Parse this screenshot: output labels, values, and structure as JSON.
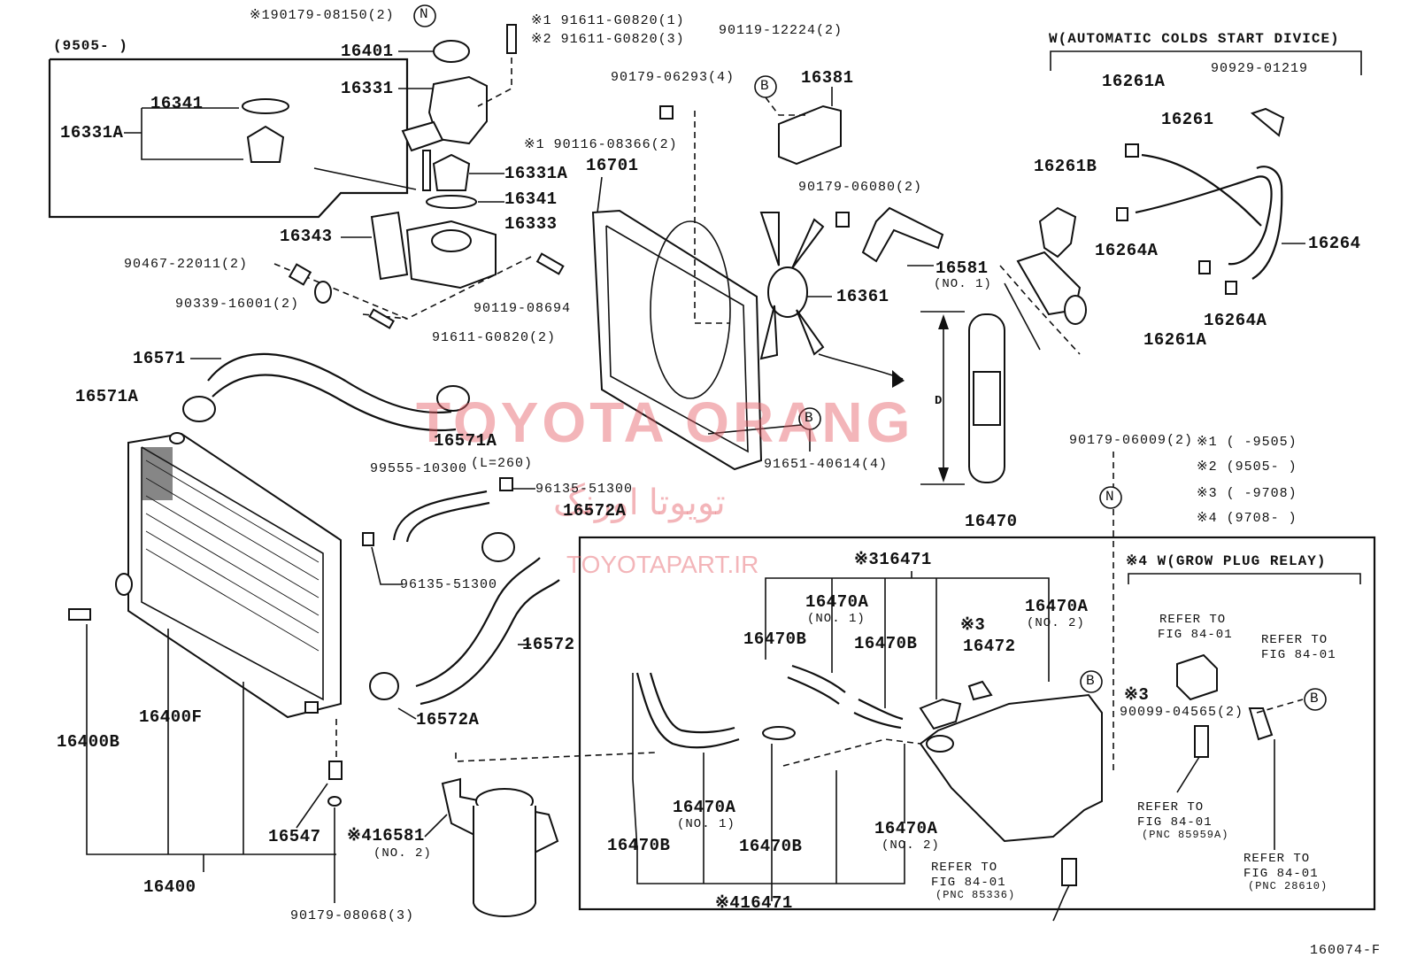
{
  "header": {
    "range_1": "(9505-      )",
    "auto_cold_start": "W(AUTOMATIC COLDS START DIVICE)",
    "grow_plug_relay": "※4 W(GROW PLUG RELAY)",
    "figure_code": "160074-F"
  },
  "notes": {
    "n1": "※1 (      -9505)",
    "n2": "※2 (9505-       )",
    "n3": "※3 (      -9708)",
    "n4": "※4 (9708-       )"
  },
  "watermark": {
    "brand": "TOYOTA ORANG",
    "farsi": "تویوتا اورنگ",
    "url": "TOYOTAPART.IR"
  },
  "parts": {
    "p90179_08150": "※190179-08150(2)",
    "p16401": "16401",
    "p16331": "16331",
    "p91611_1": "※1 91611-G0820(1)",
    "p91611_3": "※2 91611-G0820(3)",
    "p90119_12224": "90119-12224(2)",
    "p16381": "16381",
    "p90179_06293": "90179-06293(4)",
    "p16331A_box": "16331A",
    "p16341_box": "16341",
    "p90116_08366": "※1 90116-08366(2)",
    "p16331A": "16331A",
    "p16341": "16341",
    "p16333": "16333",
    "p16343": "16343",
    "p16701": "16701",
    "p90467_22011": "90467-22011(2)",
    "p90339_16001": "90339-16001(2)",
    "p90119_08694": "90119-08694",
    "p91611_2": "91611-G0820(2)",
    "p90179_06080": "90179-06080(2)",
    "p16581": "16581",
    "p16581_no": "(NO. 1)",
    "p16361": "16361",
    "p16261A_top": "16261A",
    "p90929_01219": "90929-01219",
    "p16261": "16261",
    "p16261B": "16261B",
    "p16264A_1": "16264A",
    "p16264": "16264",
    "p16264A_2": "16264A",
    "p16261A_bot": "16261A",
    "p16571": "16571",
    "p16571A_left": "16571A",
    "p16571A_right": "16571A",
    "p99555": "99555-10300",
    "p_l260": "(L=260)",
    "p96135_top": "96135-51300",
    "p16572A_top": "16572A",
    "p96135_bot": "96135-51300",
    "p16572": "16572",
    "p16572A_bot": "16572A",
    "p91651": "91651-40614(4)",
    "p90179_06009": "90179-06009(2)",
    "p16470": "16470",
    "p316471": "※316471",
    "p16470A_n1": "16470A",
    "p16470A_n1_no": "(NO. 1)",
    "p16470A_n2": "16470A",
    "p16470A_n2_no": "(NO. 2)",
    "p16470B_1": "16470B",
    "p16470B_2": "16470B",
    "p3_16472_mark": "※3",
    "p16472": "16472",
    "p3_mark": "※3",
    "p90099": "90099-04565(2)",
    "p16470A_mid": "16470A",
    "p16470A_mid_no": "(NO. 1)",
    "p16470B_3": "16470B",
    "p16470B_4": "16470B",
    "p16470A_bot": "16470A",
    "p16470A_bot_no": "(NO. 2)",
    "p416471": "※416471",
    "p16400B": "16400B",
    "p16400F": "16400F",
    "p16547": "16547",
    "p16400": "16400",
    "p416581": "※416581",
    "p416581_no": "(NO. 2)",
    "p90179_08068": "90179-08068(3)",
    "d_label": "D"
  },
  "refs": {
    "r1": [
      "REFER TO",
      "FIG 84-01"
    ],
    "r2": [
      "REFER TO",
      "FIG 84-01"
    ],
    "r3": [
      "REFER TO",
      "FIG 84-01",
      "(PNC 85959A)"
    ],
    "r4": [
      "REFER TO",
      "FIG 84-01",
      "(PNC 28610)"
    ],
    "r5": [
      "REFER TO",
      "FIG 84-01",
      "(PNC 85336)"
    ]
  },
  "callouts": {
    "N": "N",
    "B": "B"
  }
}
